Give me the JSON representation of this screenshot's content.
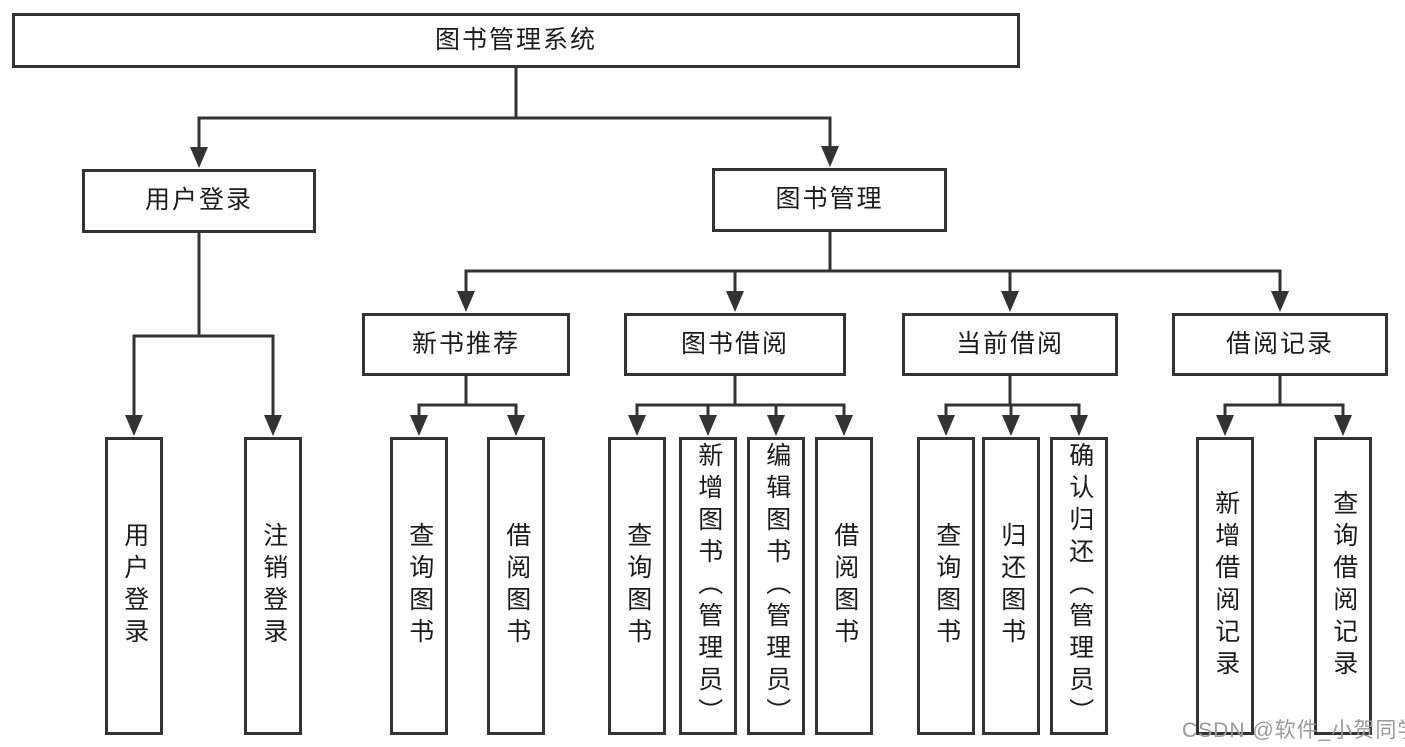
{
  "watermark": "CSDN @软件_小贺同学",
  "colors": {
    "line": "#333333",
    "text": "#1c1c1c",
    "watermark": "#9a9a9a",
    "background": "#ffffff"
  },
  "tree": {
    "root": "图书管理系统",
    "user_login": {
      "label": "用户登录",
      "children": [
        "用户登录",
        "注销登录"
      ]
    },
    "book_mgmt": {
      "label": "图书管理",
      "sections": [
        {
          "label": "新书推荐",
          "children": [
            "查询图书",
            "借阅图书"
          ]
        },
        {
          "label": "图书借阅",
          "children": [
            "查询图书",
            "新增图书（管理员）",
            "编辑图书（管理员）",
            "借阅图书"
          ]
        },
        {
          "label": "当前借阅",
          "children": [
            "查询图书",
            "归还图书",
            "确认归还（管理员）"
          ]
        },
        {
          "label": "借阅记录",
          "children": [
            "新增借阅记录",
            "查询借阅记录"
          ]
        }
      ]
    }
  }
}
